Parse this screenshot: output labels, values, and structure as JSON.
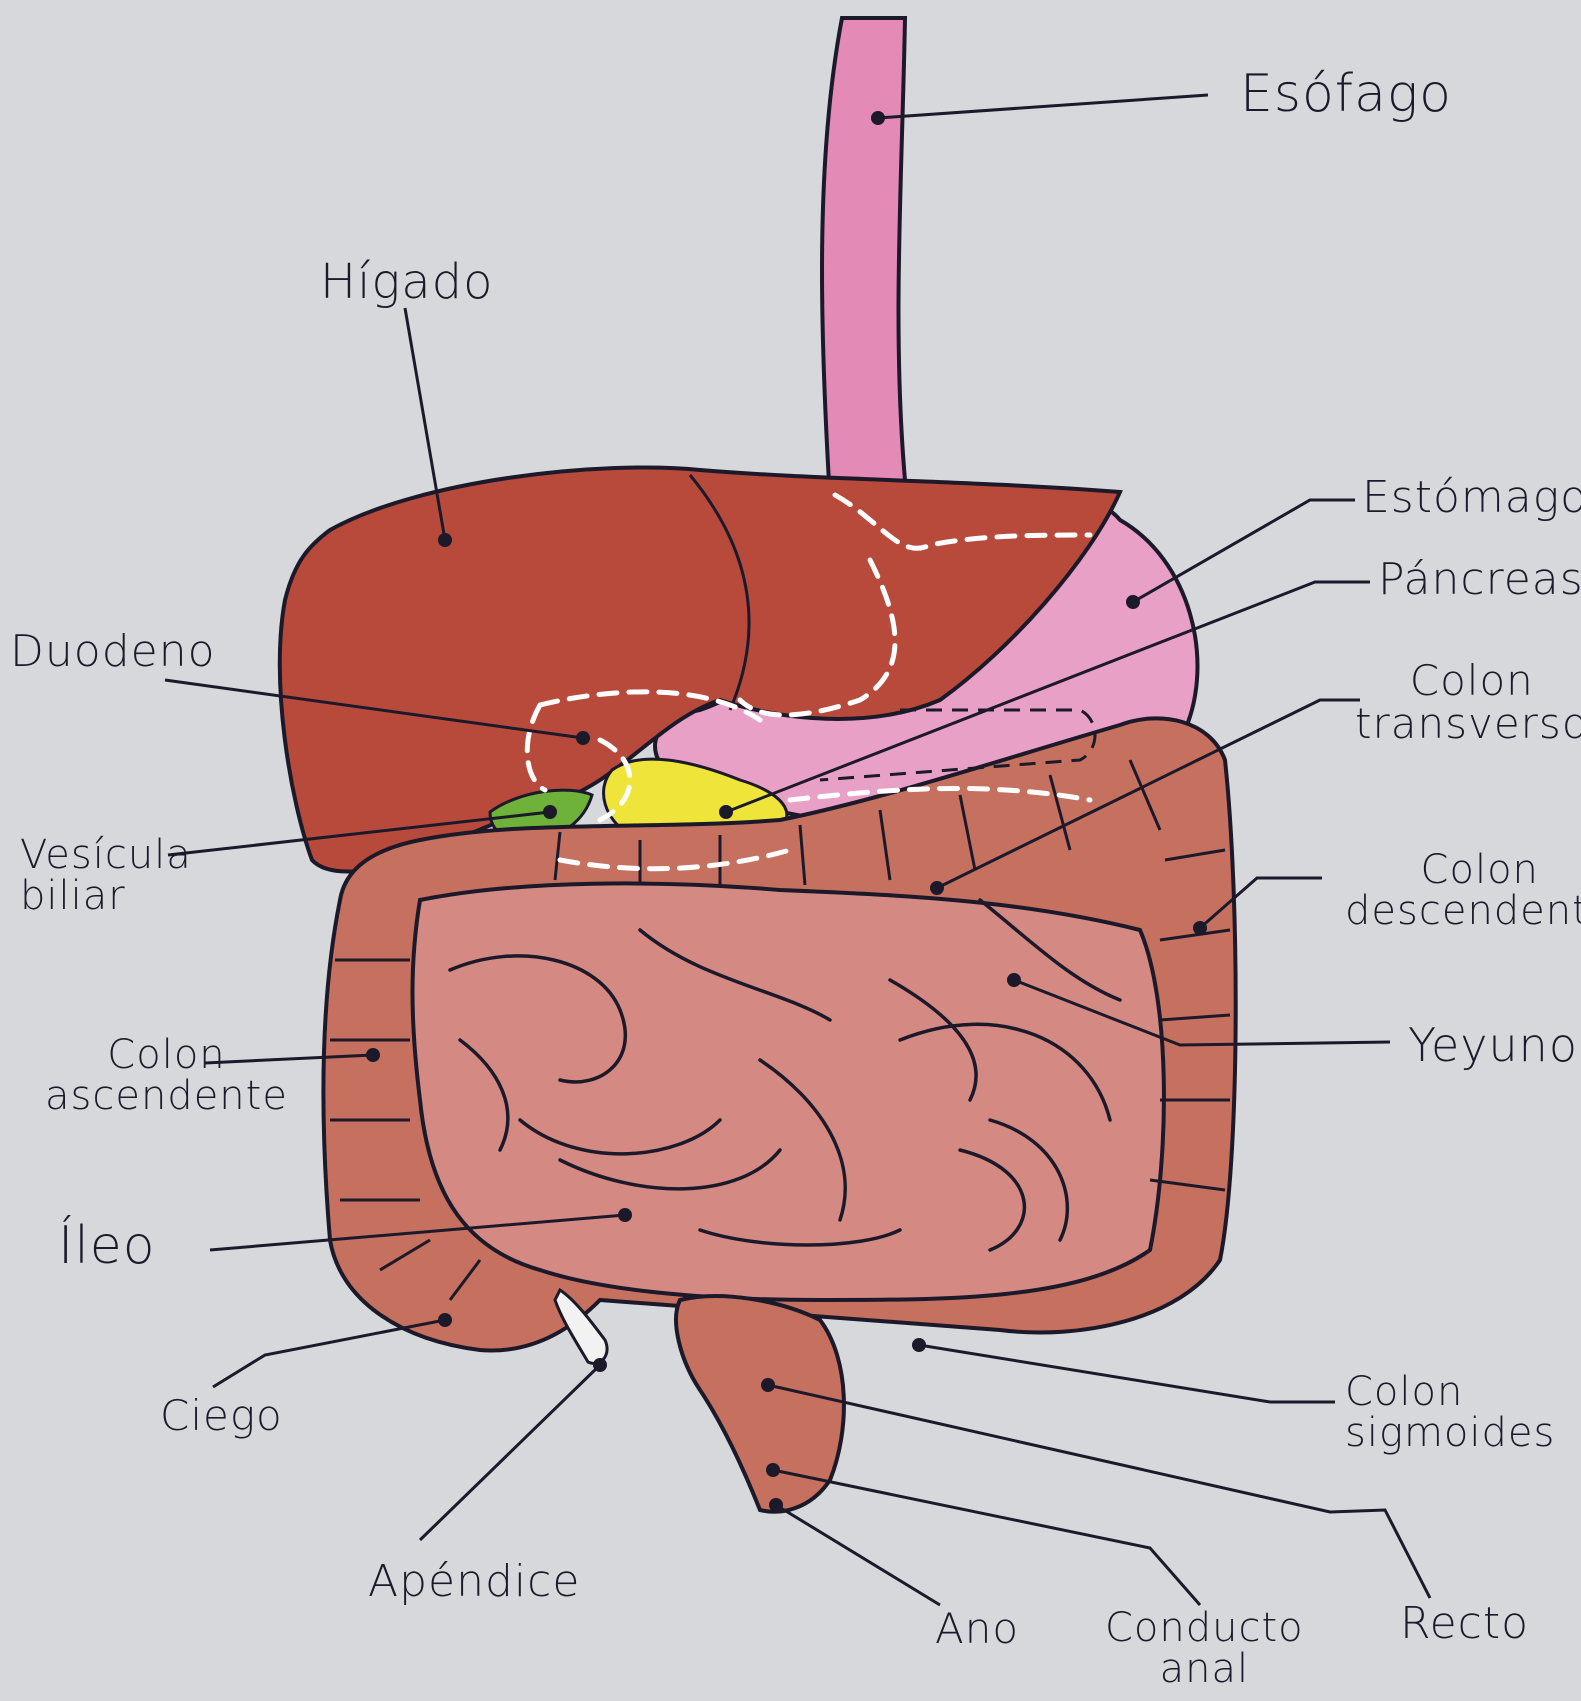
{
  "colors": {
    "paper": "#d6d8dc",
    "liver": "#b84a3b",
    "stomach": "#e9a0c6",
    "esophagus": "#e48ab6",
    "intestine": "#d48a82",
    "colon": "#c6705f",
    "gallbladder": "#6fb23a",
    "pancreas": "#efe43a",
    "ink": "#1c1a2a"
  },
  "labels": {
    "esofago": "Esófago",
    "higado": "Hígado",
    "estomago": "Estómago",
    "pancreas": "Páncreas",
    "duodeno": "Duodeno",
    "colon_transverso_1": "Colon",
    "colon_transverso_2": "transverso",
    "vesicula_1": "Vesícula",
    "vesicula_2": "biliar",
    "colon_descendente_1": "Colon",
    "colon_descendente_2": "descendente",
    "colon_ascendente_1": "Colon",
    "colon_ascendente_2": "ascendente",
    "yeyuno": "Yeyuno",
    "ileo": "Íleo",
    "ciego": "Ciego",
    "colon_sigmoides_1": "Colon",
    "colon_sigmoides_2": "sigmoides",
    "apendice": "Apéndice",
    "ano": "Ano",
    "conducto_anal_1": "Conducto",
    "conducto_anal_2": "anal",
    "recto": "Recto"
  }
}
